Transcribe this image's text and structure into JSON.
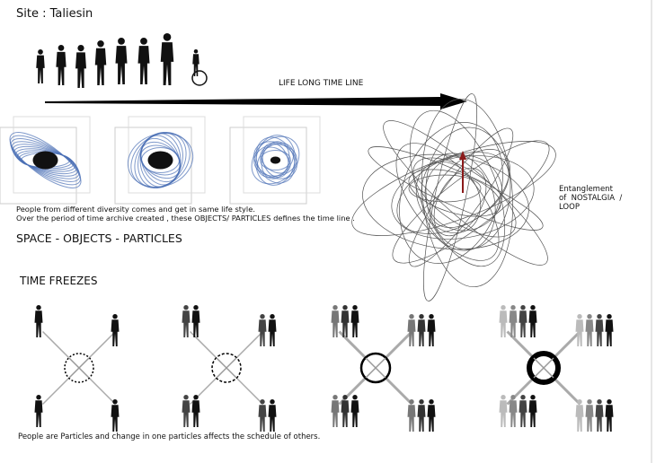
{
  "site_title": "Site : Taliesin",
  "timeline_label": "LIFE   LONG TIME LINE",
  "description": [
    "People from different diversity comes  and get in  same life style.",
    "Over the period of time archive created , these OBJECTS/ PARTICLES   defines the time line ."
  ],
  "section_space": "SPACE -  OBJECTS - PARTICLES",
  "entanglement_label": "Entanglement\nof  NOSTALGIA  /\nLOOP",
  "section_time": "TIME FREEZES",
  "bottom_caption": "People are Particles and change in one particles affects the schedule of others.",
  "colors": {
    "accent_blue": "#4a6fb5",
    "arrow_red": "#8b1a1a"
  }
}
